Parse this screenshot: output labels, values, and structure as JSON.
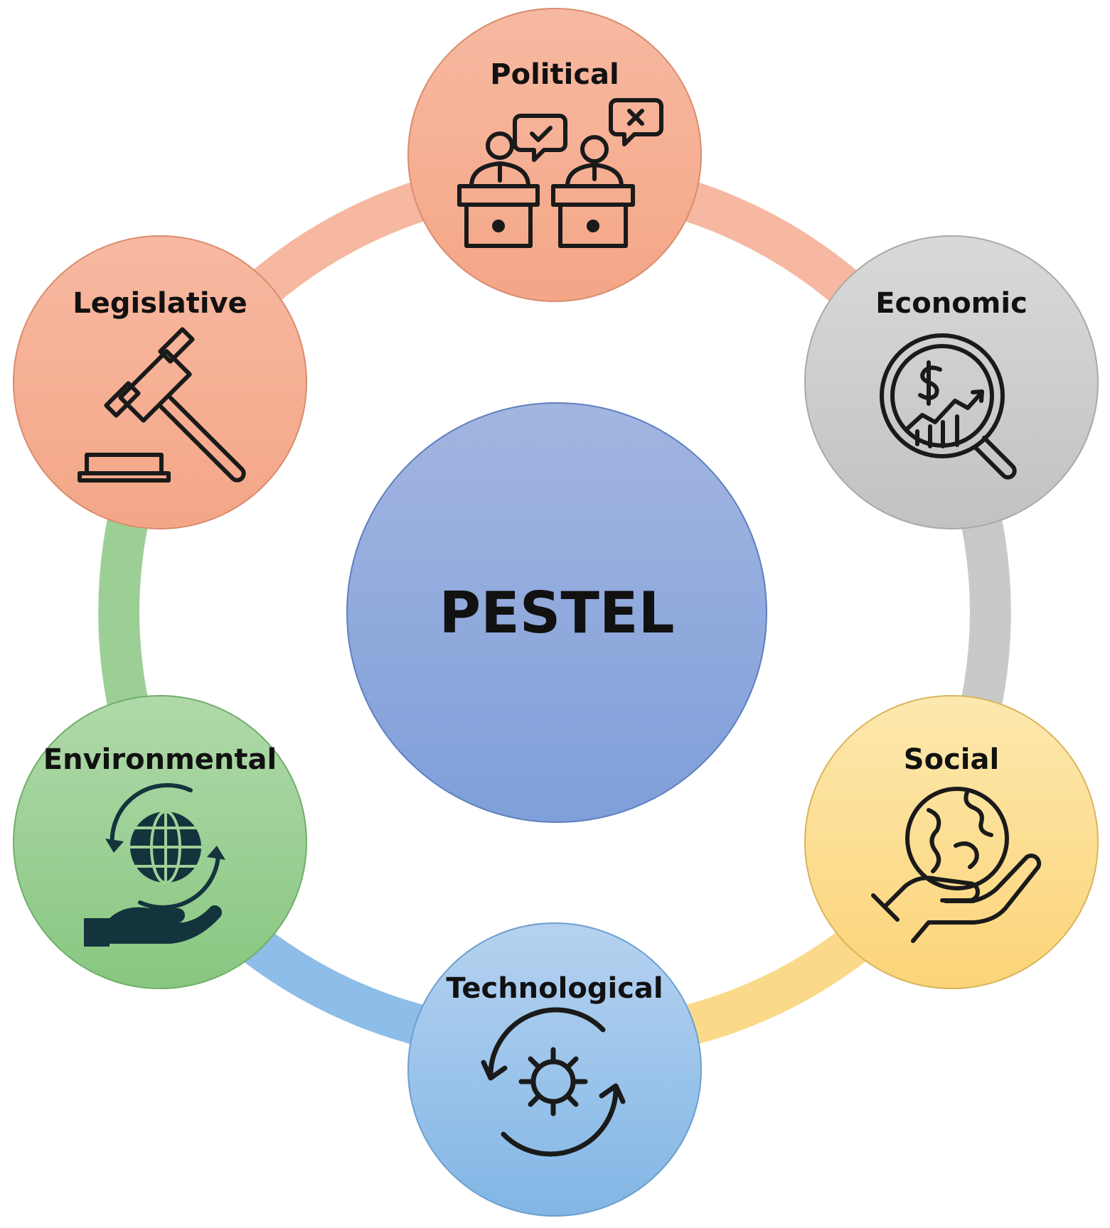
{
  "center": {
    "label": "PESTEL"
  },
  "factors": [
    {
      "id": "political",
      "label": "Political",
      "icon": "debate-podium-icon",
      "color_top": "#f6b39a",
      "color_bottom": "#f4a88b",
      "ring_color": "#f6b8a0"
    },
    {
      "id": "economic",
      "label": "Economic",
      "icon": "dollar-magnifier-chart-icon",
      "color_top": "#d6d6d6",
      "color_bottom": "#c4c4c4",
      "ring_color": "#c9c9c9"
    },
    {
      "id": "social",
      "label": "Social",
      "icon": "globe-in-hand-icon",
      "color_top": "#fde6a7",
      "color_bottom": "#fbd57c",
      "ring_color": "#fbd98a"
    },
    {
      "id": "technological",
      "label": "Technological",
      "icon": "gear-cycle-icon",
      "color_top": "#b3d1ef",
      "color_bottom": "#84b8e6",
      "ring_color": "#8dbde8"
    },
    {
      "id": "environmental",
      "label": "Environmental",
      "icon": "globe-cycle-hand-icon",
      "color_top": "#acd7a6",
      "color_bottom": "#8cc985",
      "ring_color": "#9ccf96"
    },
    {
      "id": "legislative",
      "label": "Legislative",
      "icon": "gavel-icon",
      "color_top": "#f6b39a",
      "color_bottom": "#f4a88b",
      "ring_color": "#f6b8a0"
    }
  ],
  "colors": {
    "center_top": "#a3b5e0",
    "center_bottom": "#7f9fda",
    "icon_stroke": "#1a1a1a",
    "env_icon": "#13343d"
  }
}
